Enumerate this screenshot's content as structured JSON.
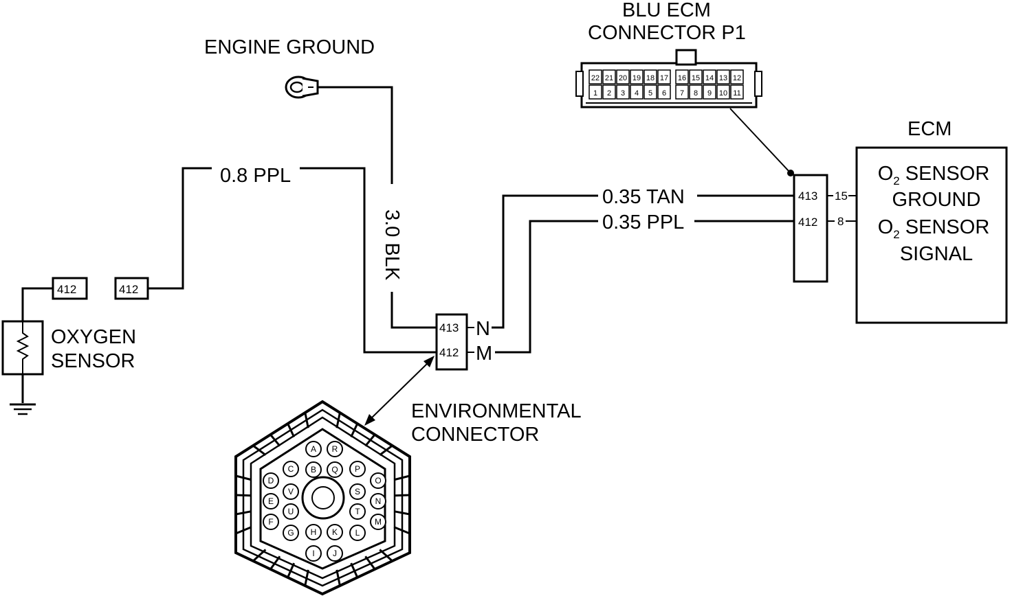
{
  "labels": {
    "blu_ecm_line1": "BLU ECM",
    "blu_ecm_line2": "CONNECTOR P1",
    "engine_ground": "ENGINE GROUND",
    "ecm": "ECM",
    "oxygen_sensor_line1": "OXYGEN",
    "oxygen_sensor_line2": "SENSOR",
    "environmental_line1": "ENVIRONMENTAL",
    "environmental_line2": "CONNECTOR"
  },
  "ecm_box": {
    "line1_prefix": "O",
    "line1_sub": "2",
    "line1_suffix": " SENSOR",
    "line2": "GROUND",
    "line3_prefix": "O",
    "line3_sub": "2",
    "line3_suffix": " SENSOR",
    "line4": "SIGNAL"
  },
  "wires": {
    "w_08ppl": "0.8 PPL",
    "w_30blk": "3.0 BLK",
    "w_035tan": "0.35 TAN",
    "w_035ppl": "0.35 PPL"
  },
  "circuits": {
    "sensor_412": "412",
    "harness_412": "412",
    "env_413": "413",
    "env_412": "412",
    "ecm_413": "413",
    "ecm_412": "412"
  },
  "pins": {
    "env_n": "N",
    "env_m": "M",
    "ecm_15": "15",
    "ecm_8": "8"
  },
  "blu_connector": {
    "top_row": [
      "22",
      "21",
      "20",
      "19",
      "18",
      "17",
      "16",
      "15",
      "14",
      "13",
      "12"
    ],
    "bottom_row": [
      "1",
      "2",
      "3",
      "4",
      "5",
      "6",
      "7",
      "8",
      "9",
      "10",
      "11"
    ]
  },
  "env_cavities": [
    "A",
    "R",
    "D",
    "C",
    "B",
    "Q",
    "P",
    "O",
    "E",
    "V",
    "S",
    "N",
    "F",
    "U",
    "T",
    "M",
    "G",
    "H",
    "K",
    "L",
    "I",
    "J"
  ]
}
